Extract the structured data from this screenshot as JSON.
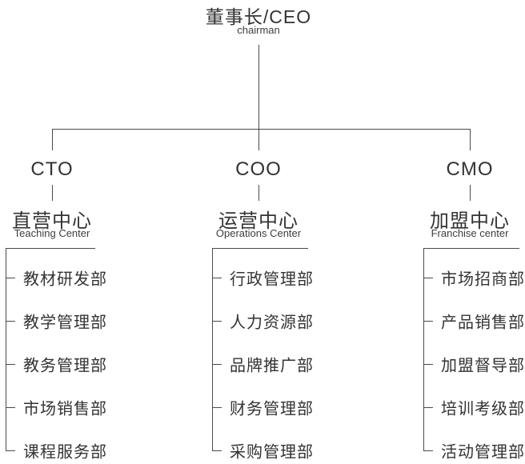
{
  "root": {
    "title": "董事长/CEO",
    "subtitle": "chairman"
  },
  "branches": [
    {
      "role": "CTO",
      "center": "直营中心",
      "center_en": "Teaching Center",
      "departments": [
        "教材研发部",
        "教学管理部",
        "教务管理部",
        "市场销售部",
        "课程服务部"
      ]
    },
    {
      "role": "COO",
      "center": "运营中心",
      "center_en": "Operations Center",
      "departments": [
        "行政管理部",
        "人力资源部",
        "品牌推广部",
        "财务管理部",
        "采购管理部"
      ]
    },
    {
      "role": "CMO",
      "center": "加盟中心",
      "center_en": "Franchise center",
      "departments": [
        "市场招商部",
        "产品销售部",
        "加盟督导部",
        "培训考级部",
        "活动管理部"
      ]
    }
  ],
  "colors": {
    "line": "#4a4a4a",
    "text": "#333333",
    "background": "#ffffff"
  }
}
